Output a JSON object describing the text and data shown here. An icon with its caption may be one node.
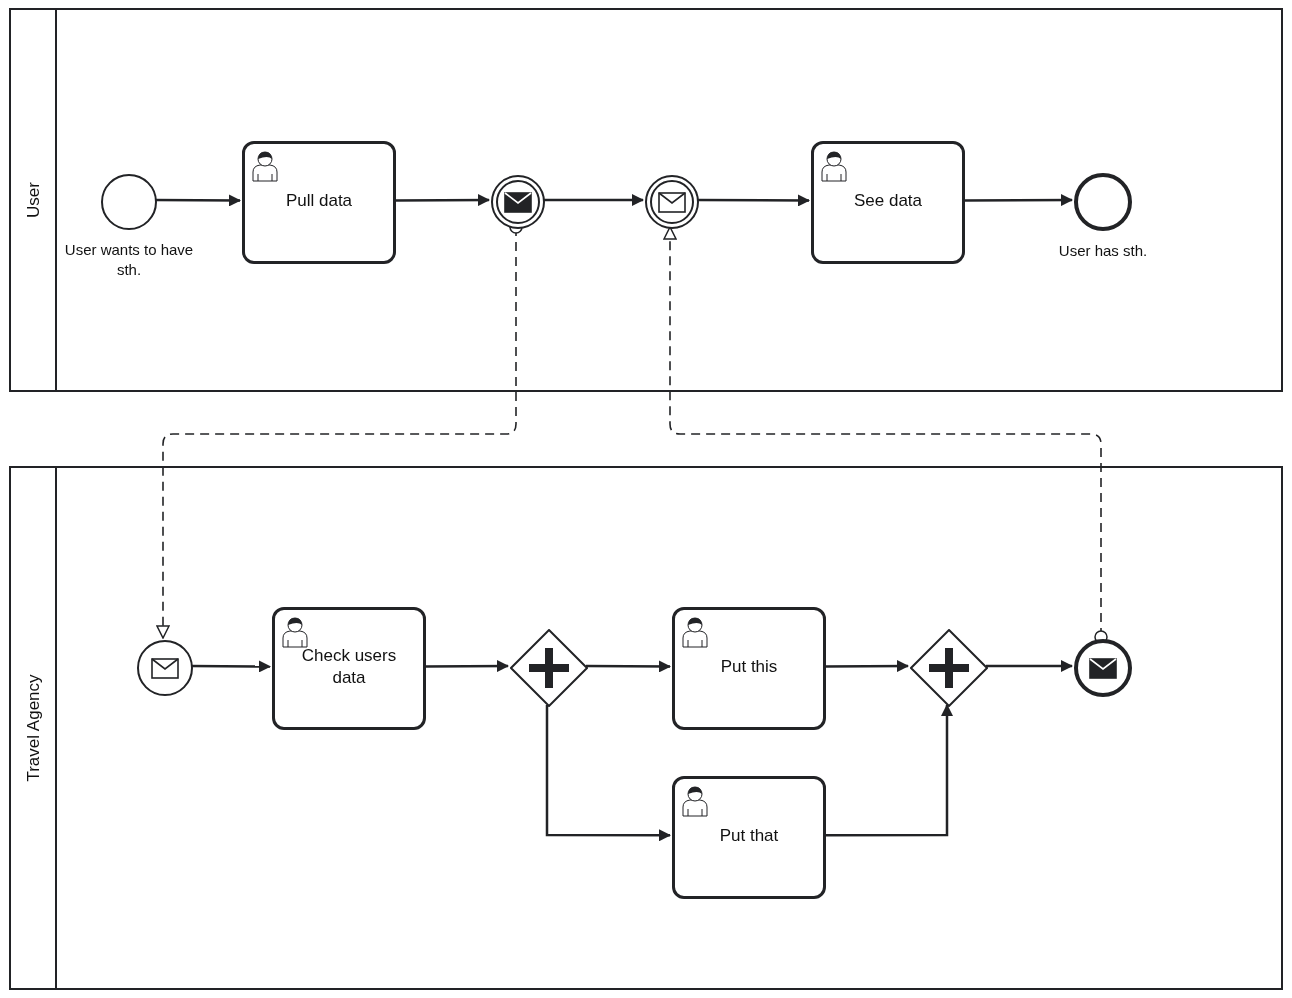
{
  "diagram": {
    "nodes": [
      {
        "text": [
          "User"
        ]
      },
      {
        "text": [],
        "shape": "circle",
        "beside": [
          "User wants to have sth."
        ],
        "in": 0
      },
      {
        "text": [
          "Pull data"
        ],
        "in": 0
      },
      {
        "text": [],
        "shape": "circle",
        "in": 0
      },
      {
        "text": [],
        "shape": "circle",
        "in": 0
      },
      {
        "text": [
          "See data"
        ],
        "in": 0
      },
      {
        "text": [],
        "shape": "circle",
        "beside": [
          "User has sth."
        ],
        "in": 0
      },
      {
        "text": [
          "Travel Agency"
        ]
      },
      {
        "text": [],
        "shape": "circle",
        "in": 7
      },
      {
        "text": [
          "Check users data"
        ],
        "in": 7
      },
      {
        "text": [],
        "shape": "diamond",
        "in": 7
      },
      {
        "text": [
          "Put this"
        ],
        "in": 7
      },
      {
        "text": [
          "Put that"
        ],
        "in": 7
      },
      {
        "text": [],
        "shape": "diamond",
        "in": 7
      },
      {
        "text": [],
        "shape": "circle",
        "in": 7
      }
    ],
    "edges": [
      {
        "from": 1,
        "to": 2,
        "arrow": "to"
      },
      {
        "from": 2,
        "to": 3,
        "arrow": "to"
      },
      {
        "from": 3,
        "to": 4,
        "arrow": "to"
      },
      {
        "from": 4,
        "to": 5,
        "arrow": "to"
      },
      {
        "from": 5,
        "to": 6,
        "arrow": "to"
      },
      {
        "from": 3,
        "to": 8,
        "arrow": "to",
        "style": "dashed"
      },
      {
        "from": 14,
        "to": 4,
        "arrow": "to",
        "style": "dashed"
      },
      {
        "from": 8,
        "to": 9,
        "arrow": "to"
      },
      {
        "from": 9,
        "to": 10,
        "arrow": "to"
      },
      {
        "from": 10,
        "to": 11,
        "arrow": "to"
      },
      {
        "from": 10,
        "to": 12,
        "arrow": "to"
      },
      {
        "from": 11,
        "to": 13,
        "arrow": "to"
      },
      {
        "from": 12,
        "to": 13,
        "arrow": "to"
      },
      {
        "from": 13,
        "to": 14,
        "arrow": "to"
      }
    ]
  }
}
